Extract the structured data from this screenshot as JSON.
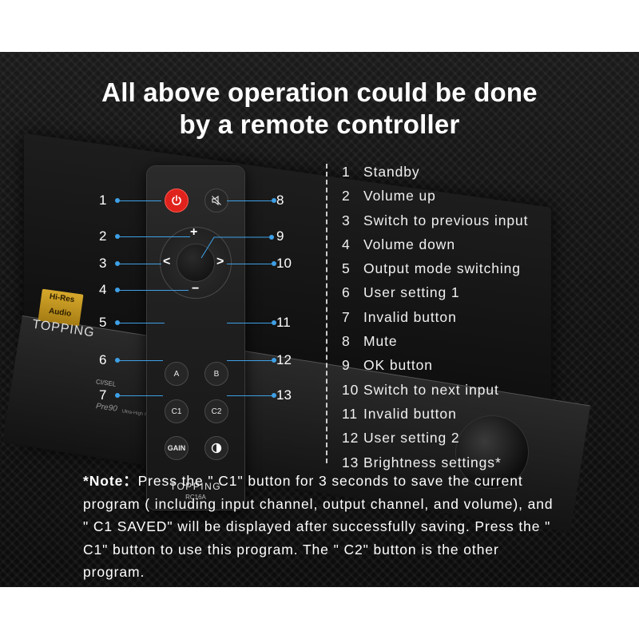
{
  "title": {
    "line1": "All above operation could be done",
    "line2": "by a remote controller"
  },
  "device": {
    "hires_line1": "Hi-Res",
    "hires_line2": "Audio",
    "brand": "TOPPING",
    "selector_label": "CI/SEL",
    "model": "Pre90",
    "model_subtitle": "Ultra-High Performance P"
  },
  "remote": {
    "brand": "TOPPING",
    "model": "RC16A",
    "icons": {
      "power": "power-icon",
      "mute": "mute-icon",
      "brightness": "half-circle-icon"
    },
    "dpad": {
      "up": "+",
      "down": "−",
      "left": "<",
      "right": ">"
    },
    "buttons": {
      "a": "A",
      "b": "B",
      "c1": "C1",
      "c2": "C2",
      "gain": "GAIN"
    },
    "accent_color": "#e0221c"
  },
  "callouts": {
    "n1": "1",
    "n2": "2",
    "n3": "3",
    "n4": "4",
    "n5": "5",
    "n6": "6",
    "n7": "7",
    "n8": "8",
    "n9": "9",
    "n10": "10",
    "n11": "11",
    "n12": "12",
    "n13": "13",
    "line_color": "#3ea0e6"
  },
  "legend": [
    {
      "num": "1",
      "label": "Standby"
    },
    {
      "num": "2",
      "label": "Volume up"
    },
    {
      "num": "3",
      "label": "Switch to previous input"
    },
    {
      "num": "4",
      "label": "Volume down"
    },
    {
      "num": "5",
      "label": "Output mode switching"
    },
    {
      "num": "6",
      "label": "User setting 1"
    },
    {
      "num": "7",
      "label": "Invalid button"
    },
    {
      "num": "8",
      "label": "Mute"
    },
    {
      "num": "9",
      "label": "OK button"
    },
    {
      "num": "10",
      "label": "Switch to next input"
    },
    {
      "num": "11",
      "label": "Invalid button"
    },
    {
      "num": "12",
      "label": "User setting 2"
    },
    {
      "num": "13",
      "label": "Brightness settings*"
    }
  ],
  "note": {
    "label": "*Note：",
    "text": "Press the \" C1\" button for 3 seconds to save the current program ( including input channel, output channel, and volume), and \" C1 SAVED\" will be displayed after successfully saving. Press the \" C1\" button to use this program. The \" C2\" button is the other program."
  }
}
